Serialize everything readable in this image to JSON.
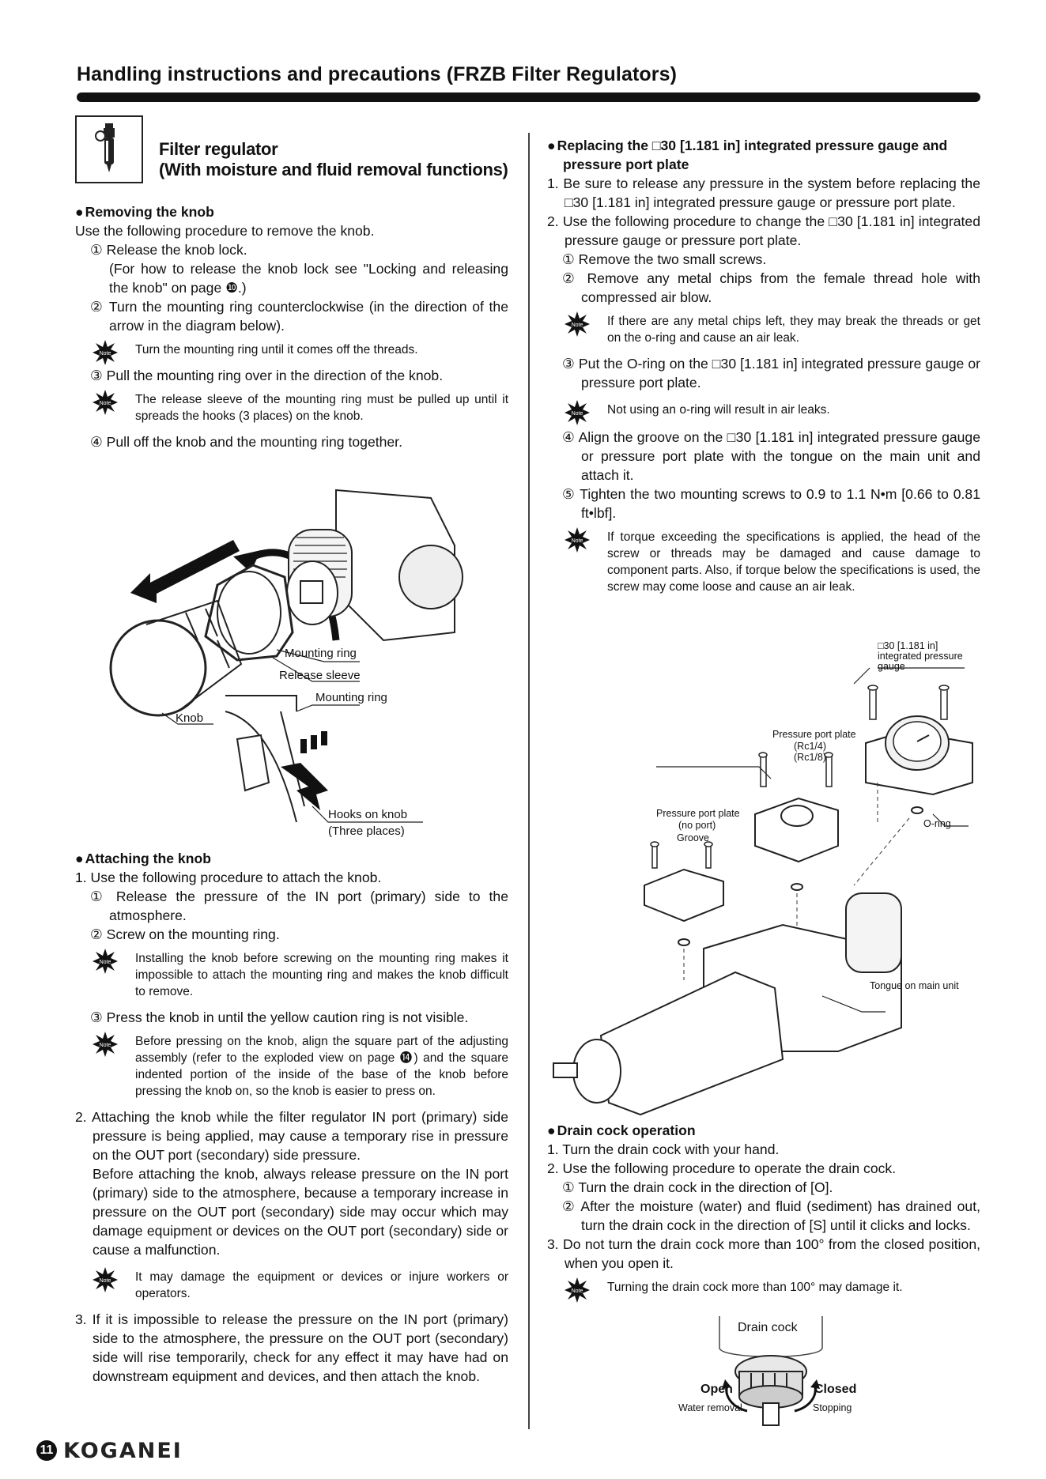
{
  "header": {
    "title": "Handling instructions and precautions (FRZB Filter Regulators)"
  },
  "product": {
    "title_line1": "Filter regulator",
    "title_line2": "(With moisture and fluid removal functions)"
  },
  "note_label": "Note",
  "removing": {
    "heading": "Removing the knob",
    "intro": "Use the following procedure to remove the knob.",
    "step1": "① Release the knob lock.",
    "step1_sub": "(For how to release the knob lock see \"Locking and releasing the knob\" on page ❿.)",
    "step2": "② Turn the mounting ring counterclockwise (in the direction of the arrow in the diagram below).",
    "note1": "Turn the mounting ring until it comes off the threads.",
    "step3": "③ Pull the mounting ring over in the direction of the knob.",
    "note2": "The release sleeve of the mounting ring must be pulled up until it spreads the hooks (3 places) on the knob.",
    "step4": "④ Pull off the knob and the mounting ring together.",
    "fig_labels": {
      "mounting_ring": "Mounting ring",
      "release_sleeve": "Release sleeve",
      "mounting_ring2": "Mounting ring",
      "knob": "Knob",
      "hooks": "Hooks on knob",
      "three_places": "(Three places)"
    }
  },
  "attaching": {
    "heading": "Attaching the knob",
    "item1": "1. Use the following procedure to attach the knob.",
    "step1": "① Release the pressure of the IN port (primary) side to the atmosphere.",
    "step2": "② Screw on the mounting ring.",
    "note1": "Installing the knob before screwing on the mounting ring makes it impossible to attach the mounting ring and makes the knob difficult to remove.",
    "step3": "③ Press the knob in until the yellow caution ring is not visible.",
    "note2": "Before pressing on the knob, align the square part of the adjusting assembly (refer to the exploded view on page ⓮) and the square indented portion of the inside of the base of the knob before pressing the knob on, so the knob is easier to press on.",
    "item2": "2. Attaching the knob while the filter regulator IN port (primary) side pressure is being applied, may cause a temporary rise in pressure on the OUT port (secondary) side pressure.",
    "item2_sub": "Before attaching the knob, always release pressure on the IN port (primary) side to the atmosphere, because a temporary increase in pressure on the OUT port (secondary) side may occur which may damage equipment or devices on the OUT port (secondary) side or cause a malfunction.",
    "note3": "It may damage the equipment or devices or injure workers or operators.",
    "item3": "3. If it is impossible to release the pressure on the IN port (primary) side to the atmosphere, the pressure on the OUT port (secondary) side will rise temporarily, check for any effect it may have had on downstream equipment and devices, and then attach the knob."
  },
  "replacing": {
    "heading": "Replacing the □30 [1.181 in] integrated pressure gauge and pressure port plate",
    "item1": "1. Be sure to release any pressure in the system before replacing the □30 [1.181 in] integrated pressure gauge or pressure port plate.",
    "item2": "2. Use the following procedure to change the □30 [1.181 in] integrated pressure gauge or pressure port plate.",
    "step1": "① Remove the two small screws.",
    "step2": "② Remove any metal chips from the female thread hole with compressed air blow.",
    "note1": "If there are any metal chips left, they may break the threads or get on the o-ring and cause an air leak.",
    "step3": "③ Put the O-ring on the □30 [1.181 in] integrated pressure gauge or pressure port plate.",
    "note2": "Not using an o-ring will result in air leaks.",
    "step4": "④ Align the groove on the □30 [1.181 in] integrated pressure gauge or pressure port plate with the tongue on the main unit and attach it.",
    "step5": "⑤ Tighten the two mounting screws to 0.9 to 1.1 N•m [0.66 to 0.81 ft•lbf].",
    "note3": "If torque exceeding the specifications is applied, the head of the screw or threads may be damaged and cause damage to component parts. Also, if torque below the specifications is used, the screw may come loose and cause an air leak.",
    "fig_labels": {
      "gauge_l1": "□30 [1.181 in]",
      "gauge_l2": "integrated pressure",
      "gauge_l3": "gauge",
      "ppp": "Pressure port plate",
      "rc14": "(Rc1/4)",
      "rc18": "(Rc1/8)",
      "ppp2": "Pressure port plate",
      "noport": "(no port)",
      "groove": "Groove",
      "oring": "O-ring",
      "tongue": "Tongue on main unit"
    }
  },
  "drain": {
    "heading": "Drain cock operation",
    "item1": "1. Turn the drain cock with your hand.",
    "item2": "2. Use the following procedure to operate the drain cock.",
    "step1": "① Turn the drain cock in the direction of [O].",
    "step2": "② After the moisture (water) and fluid (sediment) has drained out, turn the drain cock in the direction of [S] until it clicks and locks.",
    "item3": "3. Do not turn the drain cock more than 100° from the closed position, when you open it.",
    "note1": "Turning the drain cock more than 100° may damage it.",
    "fig_labels": {
      "drain_cock": "Drain cock",
      "open": "Open",
      "water_removal": "Water removal",
      "closed": "Closed",
      "stopping": "Stopping"
    }
  },
  "footer": {
    "page": "11",
    "brand": "KOGANEI"
  }
}
